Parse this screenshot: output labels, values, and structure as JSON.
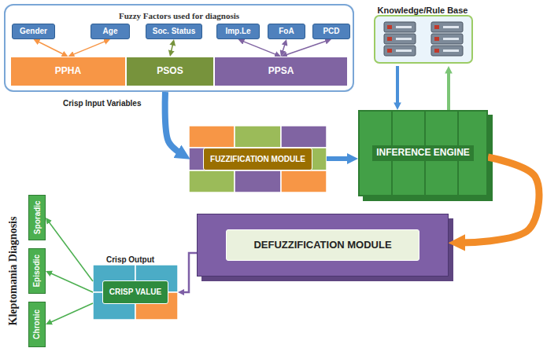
{
  "diagram": {
    "nodes": [
      {
        "text": [
          "Fuzzy Factors used for diagnosis"
        ]
      },
      {
        "text": [
          "Gender"
        ],
        "in": 0
      },
      {
        "text": [
          "Age"
        ],
        "in": 0
      },
      {
        "text": [
          "Soc. Status"
        ],
        "in": 0
      },
      {
        "text": [
          "Imp.Le"
        ],
        "in": 0
      },
      {
        "text": [
          "FoA"
        ],
        "in": 0
      },
      {
        "text": [
          "PCD"
        ],
        "in": 0
      },
      {
        "text": [
          "PPHA"
        ],
        "in": 0
      },
      {
        "text": [
          "PSOS"
        ],
        "in": 0
      },
      {
        "text": [
          "PPSA"
        ],
        "in": 0
      },
      {
        "text": [
          "FUZZIFICATION MODULE"
        ]
      },
      {
        "text": [
          "Knowledge/Rule Base"
        ]
      },
      {
        "text": [
          "INFERENCE ENGINE"
        ]
      },
      {
        "text": [
          "DEFUZZIFICATION MODULE"
        ]
      },
      {
        "text": [
          "CRISP VALUE"
        ]
      },
      {
        "text": [
          "Sporadic"
        ]
      },
      {
        "text": [
          "Episodic"
        ]
      },
      {
        "text": [
          "Chronic"
        ]
      }
    ],
    "edges": [
      {
        "from": 7,
        "to": 1,
        "arrow": "both"
      },
      {
        "from": 7,
        "to": 2,
        "arrow": "both"
      },
      {
        "from": 8,
        "to": 3,
        "arrow": "both"
      },
      {
        "from": 9,
        "to": 4,
        "arrow": "both"
      },
      {
        "from": 9,
        "to": 5,
        "arrow": "both"
      },
      {
        "from": 9,
        "to": 6,
        "arrow": "both"
      },
      {
        "from": 0,
        "to": 10,
        "arrow": "to"
      },
      {
        "from": 10,
        "to": 12,
        "arrow": "to"
      },
      {
        "from": 11,
        "to": 12,
        "arrow": "to"
      },
      {
        "from": 12,
        "to": 11,
        "arrow": "to"
      },
      {
        "from": 12,
        "to": 13,
        "arrow": "to"
      },
      {
        "from": 13,
        "to": 14,
        "arrow": "to"
      },
      {
        "from": 14,
        "to": 15,
        "arrow": "to"
      },
      {
        "from": 14,
        "to": 16,
        "arrow": "to"
      },
      {
        "from": 14,
        "to": 17,
        "arrow": "to"
      }
    ],
    "labels": [
      "Crisp Input Variables",
      "Crisp Output",
      "Kleptomania Diagnosis"
    ]
  }
}
